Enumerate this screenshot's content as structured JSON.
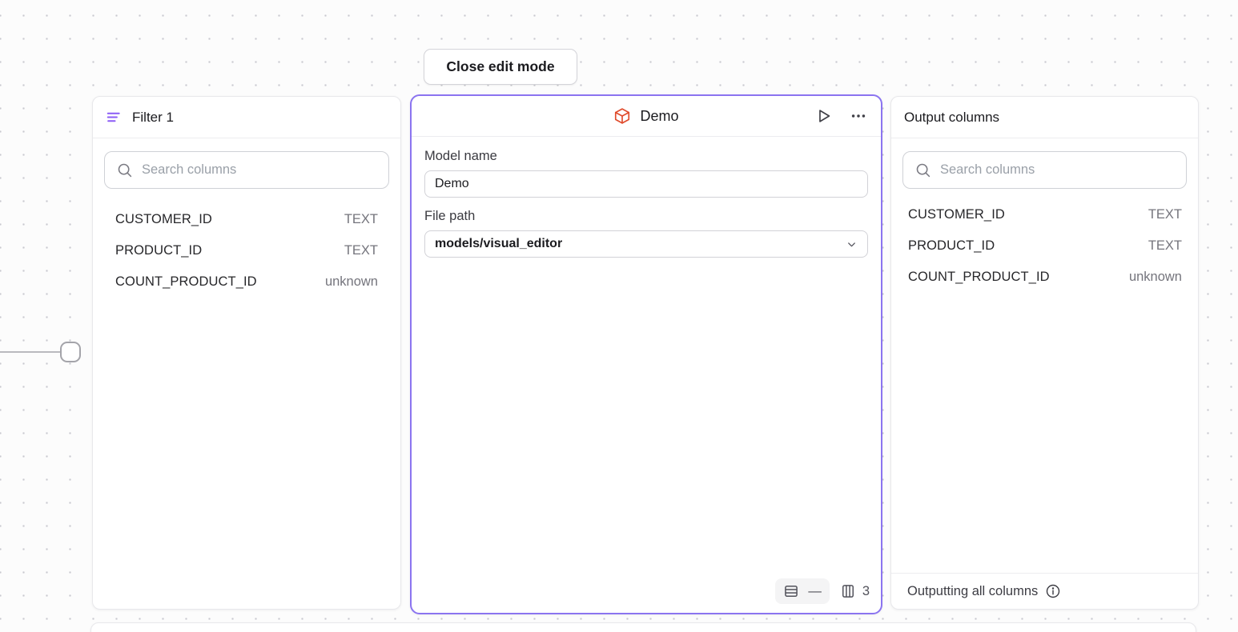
{
  "toolbar": {
    "close_edit_mode_label": "Close edit mode"
  },
  "filter_panel": {
    "title": "Filter 1",
    "search_placeholder": "Search columns",
    "columns": [
      {
        "name": "CUSTOMER_ID",
        "type": "TEXT"
      },
      {
        "name": "PRODUCT_ID",
        "type": "TEXT"
      },
      {
        "name": "COUNT_PRODUCT_ID",
        "type": "unknown"
      }
    ]
  },
  "model_panel": {
    "title": "Demo",
    "model_name_label": "Model name",
    "model_name_value": "Demo",
    "file_path_label": "File path",
    "file_path_value": "models/visual_editor",
    "row_count_display": "—",
    "column_count_display": "3"
  },
  "output_panel": {
    "title": "Output columns",
    "search_placeholder": "Search columns",
    "columns": [
      {
        "name": "CUSTOMER_ID",
        "type": "TEXT"
      },
      {
        "name": "PRODUCT_ID",
        "type": "TEXT"
      },
      {
        "name": "COUNT_PRODUCT_ID",
        "type": "unknown"
      }
    ],
    "footer_text": "Outputting all columns"
  },
  "icons": {
    "filter": "filter-lines-icon",
    "model": "cube-icon",
    "run": "play-icon",
    "menu": "ellipsis-icon",
    "rows": "table-rows-icon",
    "columns": "table-columns-icon",
    "info": "info-icon",
    "search": "search-icon"
  },
  "colors": {
    "selection_purple": "#8b74f0",
    "filter_icon_purple": "#8b5cf6",
    "model_icon_orange": "#e04b2c",
    "canvas_dot": "#c9c9cf"
  }
}
